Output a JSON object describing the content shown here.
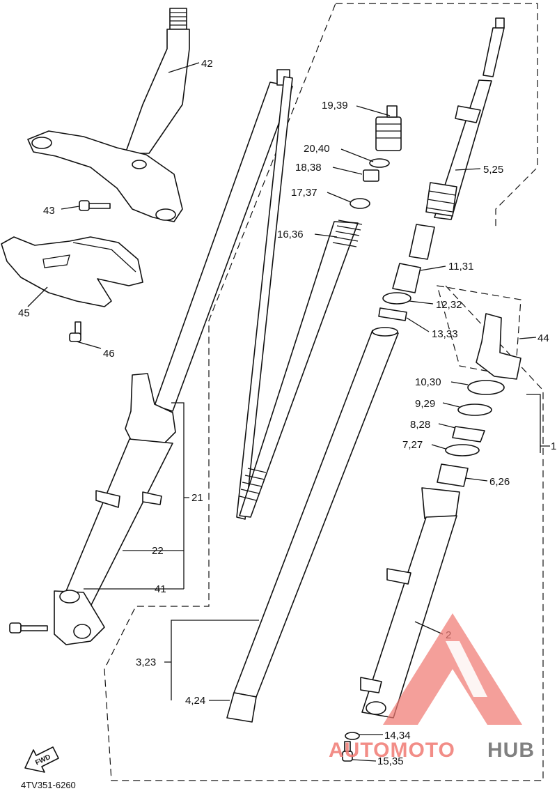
{
  "diagram": {
    "callouts": [
      {
        "id": "42",
        "text": "42"
      },
      {
        "id": "43",
        "text": "43"
      },
      {
        "id": "45",
        "text": "45"
      },
      {
        "id": "46",
        "text": "46"
      },
      {
        "id": "21",
        "text": "21"
      },
      {
        "id": "22",
        "text": "22"
      },
      {
        "id": "41",
        "text": "41"
      },
      {
        "id": "3_23",
        "text": "3,23"
      },
      {
        "id": "4_24",
        "text": "4,24"
      },
      {
        "id": "19_39",
        "text": "19,39"
      },
      {
        "id": "20_40",
        "text": "20,40"
      },
      {
        "id": "18_38",
        "text": "18,38"
      },
      {
        "id": "17_37",
        "text": "17,37"
      },
      {
        "id": "16_36",
        "text": "16,36"
      },
      {
        "id": "5_25",
        "text": "5,25"
      },
      {
        "id": "11_31",
        "text": "11,31"
      },
      {
        "id": "12_32",
        "text": "12,32"
      },
      {
        "id": "13_33",
        "text": "13,33"
      },
      {
        "id": "44",
        "text": "44"
      },
      {
        "id": "10_30",
        "text": "10,30"
      },
      {
        "id": "9_29",
        "text": "9,29"
      },
      {
        "id": "8_28",
        "text": "8,28"
      },
      {
        "id": "7_27",
        "text": "7,27"
      },
      {
        "id": "1",
        "text": "1"
      },
      {
        "id": "6_26",
        "text": "6,26"
      },
      {
        "id": "2",
        "text": "2"
      },
      {
        "id": "14_34",
        "text": "14,34"
      },
      {
        "id": "15_35",
        "text": "15,35"
      }
    ],
    "fwd_label": "FWD",
    "drawing_code": "4TV351-6260"
  },
  "watermark": {
    "part1": "AUTOMOTO",
    "part2": "HUB",
    "color_primary": "#f07a73",
    "color_secondary": "#6b6b6b"
  }
}
